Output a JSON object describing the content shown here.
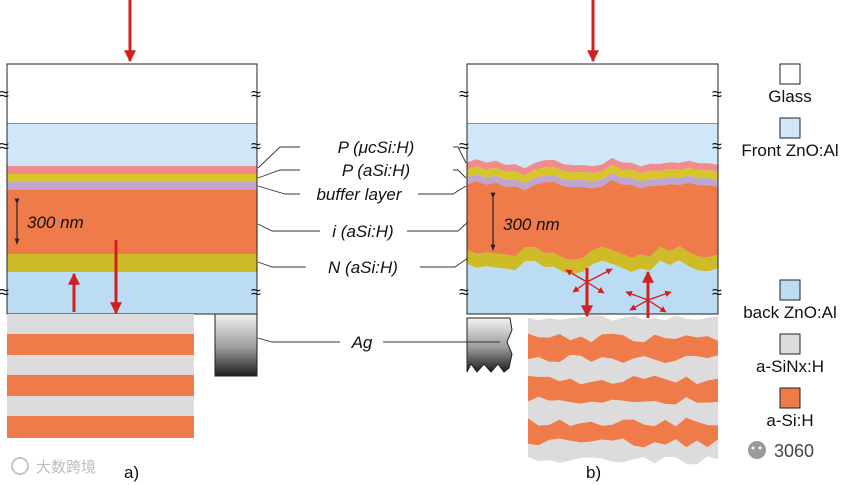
{
  "colors": {
    "glass": "#ffffff",
    "front_zno": "#cfe7f8",
    "p_ucsi": "#f08c8c",
    "p_asi": "#d7c62a",
    "buffer": "#c0a6cf",
    "i_asi": "#ee7b49",
    "n_asi": "#cdbb28",
    "back_zno": "#bcdcf4",
    "asinx": "#dcdcdc",
    "asi": "#ee7b49",
    "arrow": "#d22020"
  },
  "layer_labels": {
    "p_ucsi": "P (μcSi:H)",
    "p_asi": "P (aSi:H)",
    "buffer": "buffer layer",
    "i_asi": "i (aSi:H)",
    "n_asi": "N (aSi:H)",
    "ag": "Ag"
  },
  "thickness_label": "300 nm",
  "panel_labels": {
    "a": "a)",
    "b": "b)"
  },
  "legend": [
    {
      "key": "glass",
      "label": "Glass"
    },
    {
      "key": "front_zno",
      "label": "Front ZnO:Al"
    },
    {
      "key": "back_zno",
      "label": "back ZnO:Al"
    },
    {
      "key": "asinx",
      "label": "a-SiNx:H"
    },
    {
      "key": "asi",
      "label": "a-Si:H"
    }
  ],
  "break_mark": "≈",
  "watermark_left": "大数跨境",
  "watermark_right": "3060"
}
